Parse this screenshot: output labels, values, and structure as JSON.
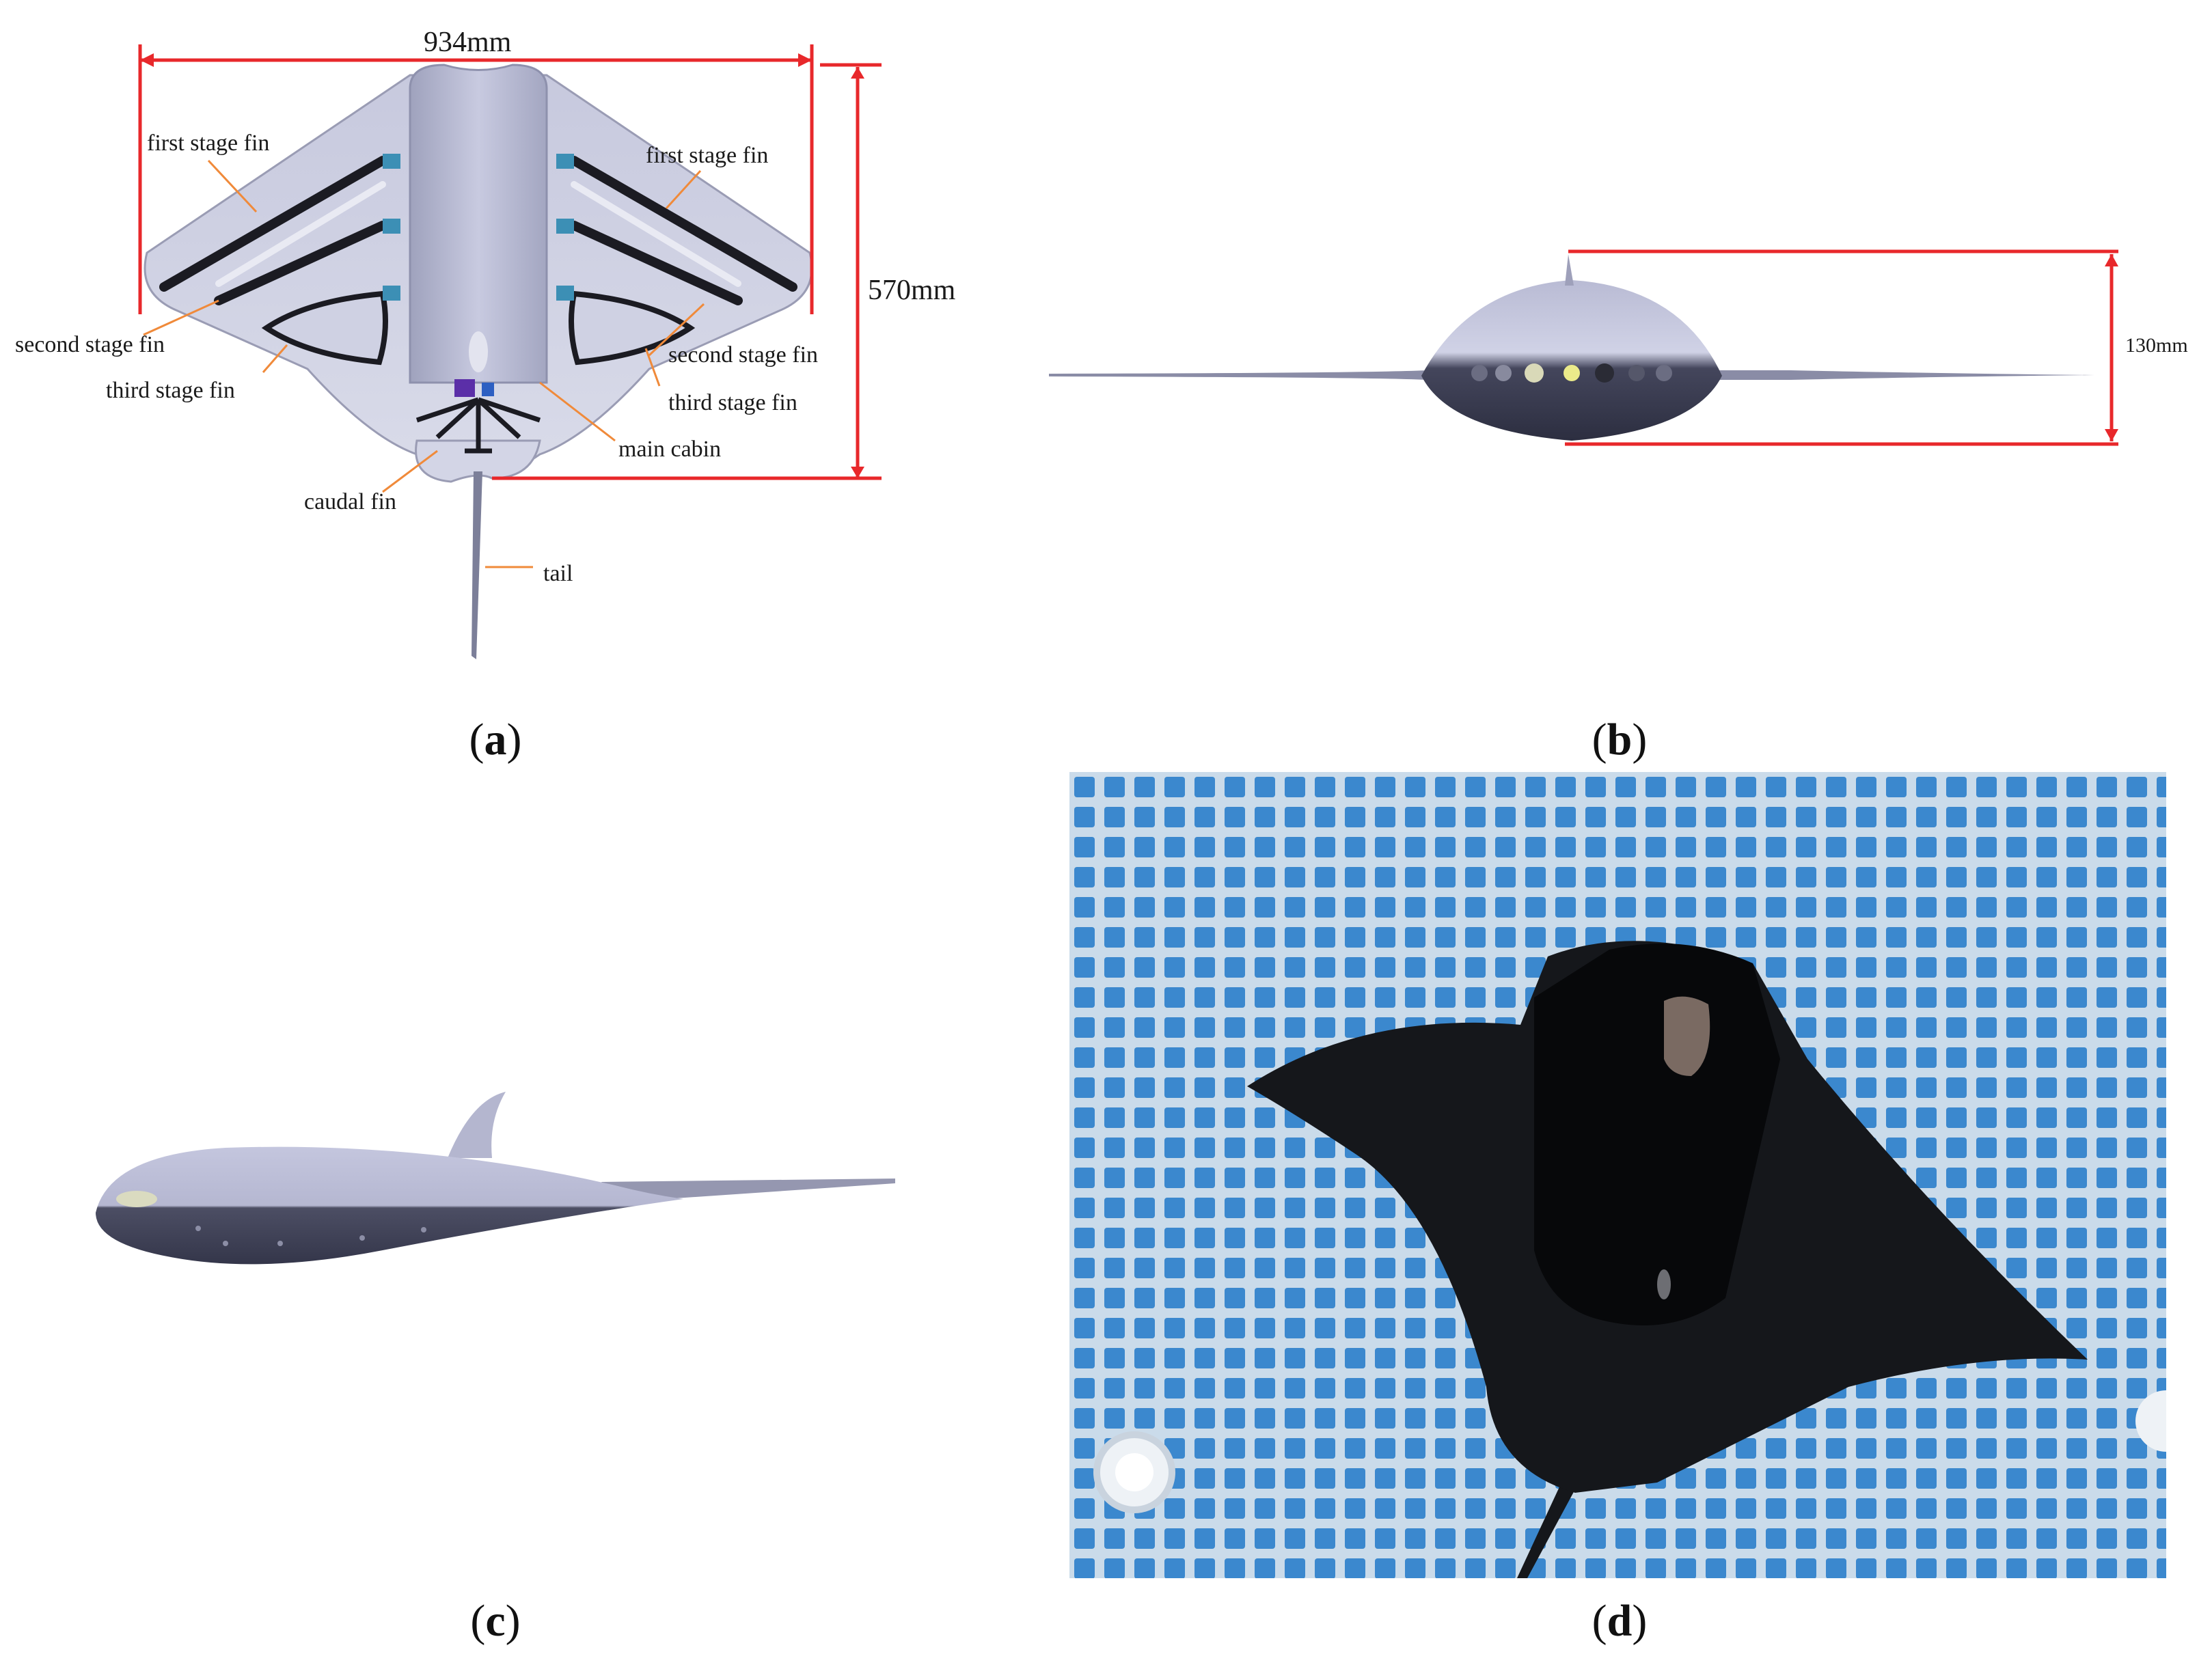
{
  "panel_a": {
    "dimensions": {
      "width": "934mm",
      "height": "570mm"
    },
    "labels": {
      "first_stage_fin_left": "first stage fin",
      "first_stage_fin_right": "first stage fin",
      "second_stage_fin_left": "second stage fin",
      "second_stage_fin_right": "second stage fin",
      "third_stage_fin_left": "third stage fin",
      "third_stage_fin_right": "third stage fin",
      "main_cabin": "main cabin",
      "caudal_fin": "caudal fin",
      "tail": "tail"
    },
    "caption": "a"
  },
  "panel_b": {
    "dimensions": {
      "height": "130mm"
    },
    "caption": "b"
  },
  "panel_c": {
    "caption": "c"
  },
  "panel_d": {
    "caption": "d"
  },
  "colors": {
    "dimension_line": "#e8282b",
    "leader_line": "#f08a3a",
    "body_light": "#c9cbe0",
    "body_mid": "#a9abc6",
    "body_dark": "#4a4c62",
    "robot_black": "#15171b",
    "pool_blue": "#3f8fd6",
    "pool_grid": "#dbe9f5"
  }
}
